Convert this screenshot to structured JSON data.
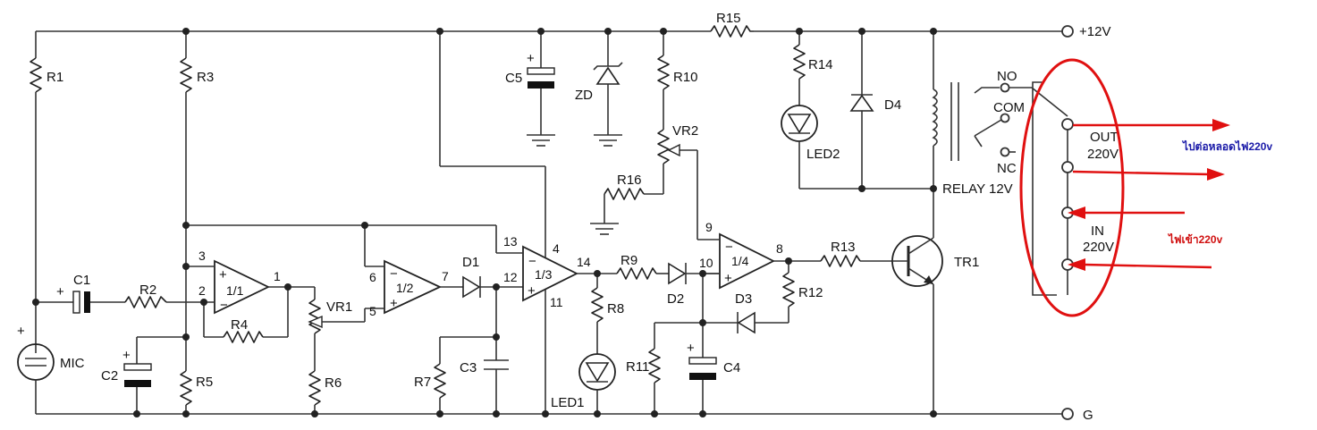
{
  "supply": {
    "positive": "+12V",
    "ground": "G"
  },
  "components": {
    "R1": "R1",
    "R2": "R2",
    "R3": "R3",
    "R4": "R4",
    "R5": "R5",
    "R6": "R6",
    "R7": "R7",
    "R8": "R8",
    "R9": "R9",
    "R10": "R10",
    "R11": "R11",
    "R12": "R12",
    "R13": "R13",
    "R14": "R14",
    "R15": "R15",
    "R16": "R16",
    "C1": "C1",
    "C2": "C2",
    "C3": "C3",
    "C4": "C4",
    "C5": "C5",
    "D1": "D1",
    "D2": "D2",
    "D3": "D3",
    "D4": "D4",
    "ZD": "ZD",
    "LED1": "LED1",
    "LED2": "LED2",
    "MIC": "MIC",
    "TR1": "TR1",
    "VR1": "VR1",
    "VR2": "VR2",
    "relay": "RELAY  12V",
    "NO": "NO",
    "COM": "COM",
    "NC": "NC"
  },
  "opamps": {
    "u1": "1/1",
    "u2": "1/2",
    "u3": "1/3",
    "u4": "1/4"
  },
  "pins": {
    "p1": "1",
    "p2": "2",
    "p3": "3",
    "p4": "4",
    "p5": "5",
    "p6": "6",
    "p7": "7",
    "p8": "8",
    "p9": "9",
    "p10": "10",
    "p11": "11",
    "p12": "12",
    "p13": "13",
    "p14": "14"
  },
  "polarity": {
    "plus": "+",
    "minus": "−"
  },
  "terminals": {
    "out_label": "OUT",
    "out_v": "220V",
    "in_label": "IN",
    "in_v": "220V"
  },
  "annotations": {
    "out_note": "ไปต่อหลอดไฟ220v",
    "in_note": "ไฟเข้า220v",
    "out_color": "#1a1aa8",
    "in_color": "#d01010",
    "highlight_color": "#e01010"
  }
}
